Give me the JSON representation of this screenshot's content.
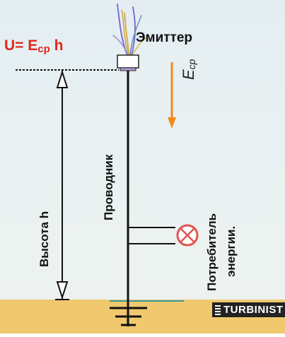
{
  "formula": {
    "prefix": "U= E",
    "subscript": "cp",
    "suffix": " h"
  },
  "emitter_label": "Эмиттер",
  "field": {
    "symbol": "E",
    "subscript": "cp"
  },
  "height_label": "Высота h",
  "conductor_label": "Проводник",
  "consumer_label": {
    "line1": "Потребитель",
    "line2": "энергии."
  },
  "logo_text": "TURBINIST",
  "colors": {
    "background_top": "#e4eef2",
    "background_bottom": "#eef3f0",
    "ground": "#f0c86e",
    "formula": "#e0281c",
    "field_arrow": "#f28a1e",
    "lamp_circle": "#e05550",
    "emitter_plumes": "#7a6fd0"
  },
  "icons": [
    "emitter-plume-icon",
    "lamp-icon",
    "ground-symbol-icon"
  ]
}
